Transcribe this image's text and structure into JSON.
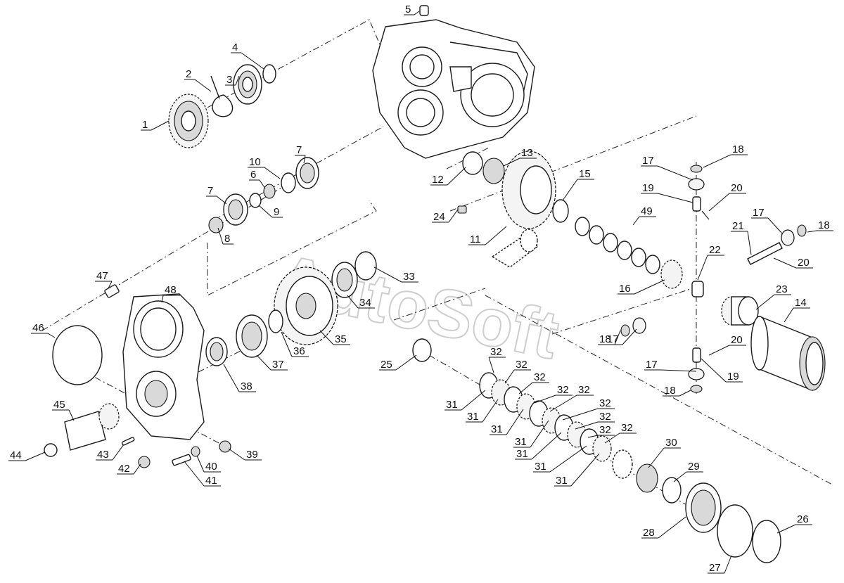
{
  "watermark": "AutoSoft",
  "labels": [
    "1",
    "2",
    "3",
    "4",
    "5",
    "6",
    "7",
    "7",
    "8",
    "9",
    "10",
    "11",
    "12",
    "13",
    "14",
    "15",
    "16",
    "17",
    "17",
    "17",
    "17",
    "18",
    "18",
    "18",
    "18",
    "19",
    "19",
    "20",
    "20",
    "20",
    "21",
    "22",
    "23",
    "24",
    "25",
    "26",
    "27",
    "28",
    "29",
    "30",
    "31",
    "31",
    "31",
    "31",
    "31",
    "31",
    "31",
    "32",
    "32",
    "32",
    "32",
    "32",
    "32",
    "32",
    "32",
    "32",
    "33",
    "34",
    "35",
    "36",
    "37",
    "38",
    "39",
    "40",
    "41",
    "42",
    "43",
    "44",
    "45",
    "46",
    "47",
    "48",
    "49"
  ]
}
